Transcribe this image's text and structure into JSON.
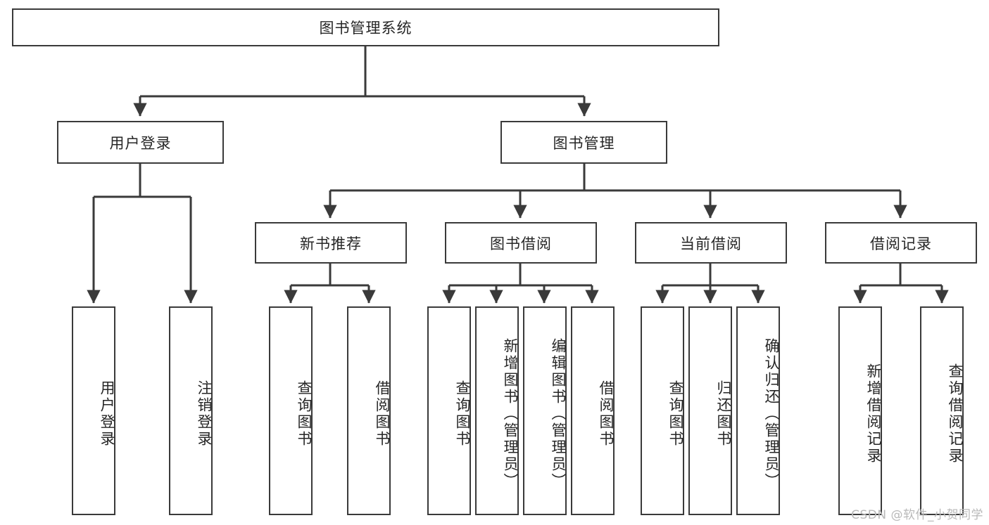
{
  "diagram": {
    "title_node": {
      "label": "图书管理系统"
    },
    "level1": [
      {
        "id": "user-login",
        "label": "用户登录"
      },
      {
        "id": "book-management",
        "label": "图书管理"
      }
    ],
    "level2": [
      {
        "id": "new-book-recommend",
        "label": "新书推荐"
      },
      {
        "id": "book-borrow",
        "label": "图书借阅"
      },
      {
        "id": "current-borrow",
        "label": "当前借阅"
      },
      {
        "id": "borrow-record",
        "label": "借阅记录"
      }
    ],
    "leaves": [
      {
        "id": "leaf-user-login",
        "label": "用户登录"
      },
      {
        "id": "leaf-logout-login",
        "label": "注销登录"
      },
      {
        "id": "leaf-query-book-1",
        "label": "查询图书"
      },
      {
        "id": "leaf-borrow-book-1",
        "label": "借阅图书"
      },
      {
        "id": "leaf-query-book-2",
        "label": "查询图书"
      },
      {
        "id": "leaf-add-book",
        "label": "新增图书（管理员）"
      },
      {
        "id": "leaf-edit-book",
        "label": "编辑图书（管理员）"
      },
      {
        "id": "leaf-borrow-book-2",
        "label": "借阅图书"
      },
      {
        "id": "leaf-query-book-3",
        "label": "查询图书"
      },
      {
        "id": "leaf-return-book",
        "label": "归还图书"
      },
      {
        "id": "leaf-confirm-return",
        "label": "确认归还（管理员）"
      },
      {
        "id": "leaf-add-borrow-record",
        "label": "新增借阅记录"
      },
      {
        "id": "leaf-query-borrow-record",
        "label": "查询借阅记录"
      }
    ],
    "colors": {
      "stroke": "#3a3a3a",
      "fill": "#ffffff",
      "text": "#262626",
      "watermark": "#b9b9b9"
    }
  },
  "watermark": {
    "text": "CSDN @软件_小贺同学"
  }
}
